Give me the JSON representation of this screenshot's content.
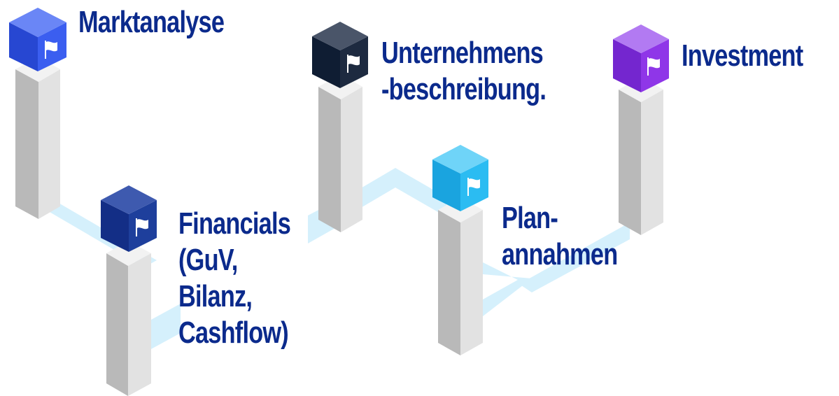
{
  "milestones": [
    {
      "id": "marktanalyse",
      "lines": [
        "Marktanalyse"
      ],
      "color": "#2f50e0"
    },
    {
      "id": "financials",
      "lines": [
        "Financials",
        "(GuV,",
        "Bilanz,",
        "Cashflow)"
      ],
      "color": "#1e3f9c"
    },
    {
      "id": "unternehmensbeschreibung",
      "lines": [
        "Unternehmens",
        "-beschreibung."
      ],
      "color": "#1d2a40"
    },
    {
      "id": "plan-annahmen",
      "lines": [
        "Plan-",
        "annahmen"
      ],
      "color": "#26b9f0"
    },
    {
      "id": "investment",
      "lines": [
        "Investment"
      ],
      "color": "#8f36e8"
    }
  ],
  "colors": {
    "text": "#0b2a8c",
    "path": "#d5f0fc",
    "pillar_front": "#b9b9b9",
    "pillar_side": "#e2e2e2",
    "pillar_top": "#f2f2f2"
  },
  "icon": "flag-icon"
}
